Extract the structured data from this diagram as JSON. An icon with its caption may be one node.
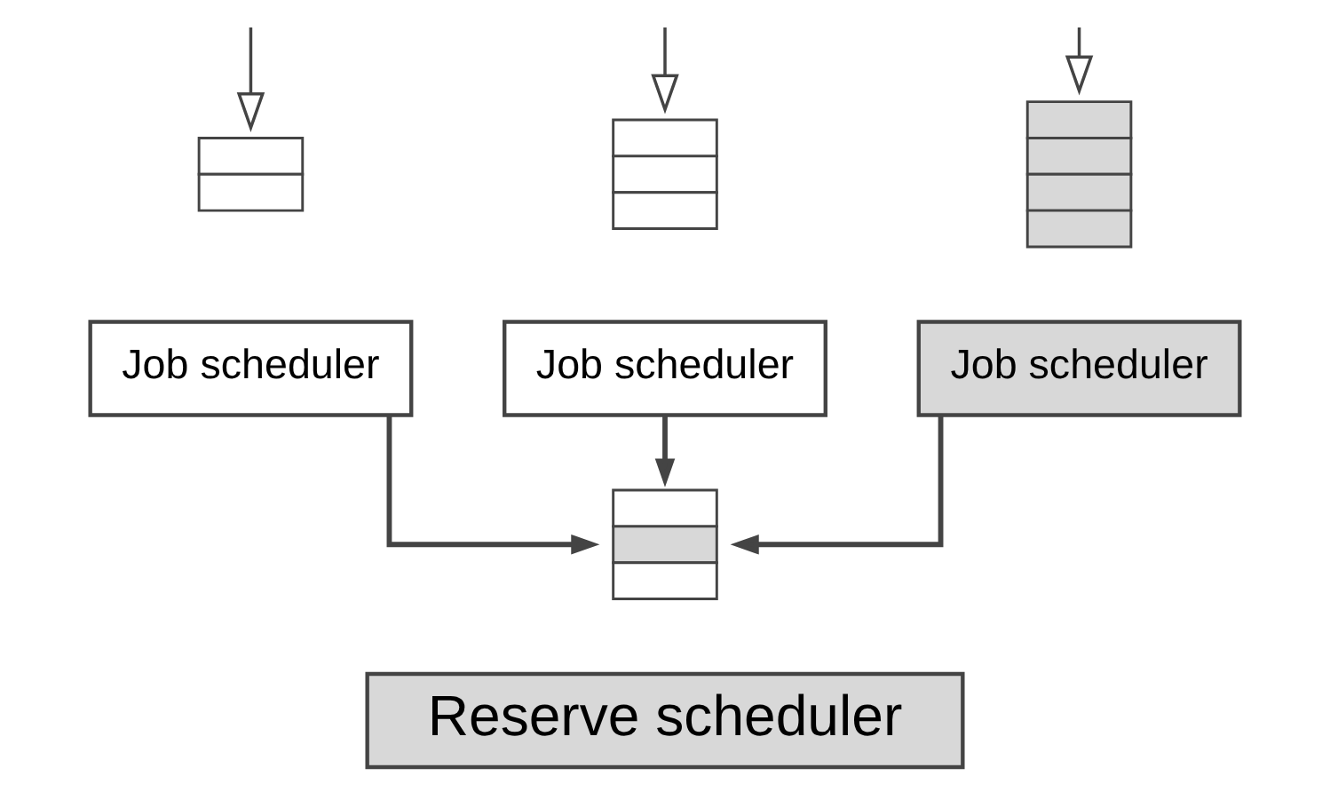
{
  "diagram": {
    "nodes": [
      {
        "text": [],
        "shape": "box"
      },
      {
        "text": [],
        "shape": "box"
      },
      {
        "text": [],
        "shape": "box"
      },
      {
        "text": [
          "Job scheduler"
        ]
      },
      {
        "text": [
          "Job scheduler"
        ]
      },
      {
        "text": [
          "Job scheduler"
        ]
      },
      {
        "text": [],
        "shape": "box"
      },
      {
        "text": [
          "Reserve scheduler"
        ]
      }
    ],
    "edges": [
      {
        "from": null,
        "to": 0,
        "arrow": "to"
      },
      {
        "from": null,
        "to": 1,
        "arrow": "to"
      },
      {
        "from": null,
        "to": 2,
        "arrow": "to"
      },
      {
        "from": 3,
        "to": 6,
        "arrow": "to"
      },
      {
        "from": 4,
        "to": 6,
        "arrow": "to"
      },
      {
        "from": 5,
        "to": 6,
        "arrow": "to"
      }
    ]
  }
}
